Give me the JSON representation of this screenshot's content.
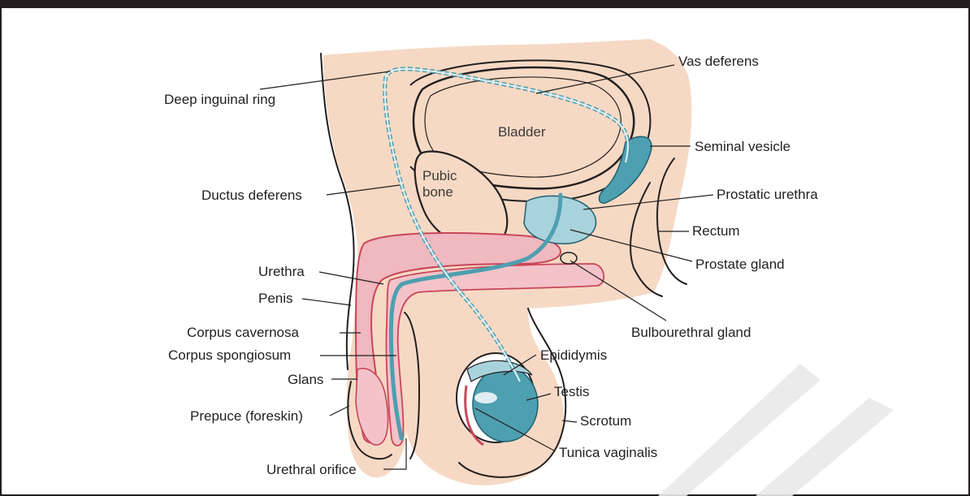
{
  "labels": {
    "vas_deferens": "Vas deferens",
    "deep_inguinal_ring": "Deep inguinal ring",
    "bladder": "Bladder",
    "seminal_vesicle": "Seminal vesicle",
    "pubic_bone_line1": "Pubic",
    "pubic_bone_line2": "bone",
    "ductus_deferens": "Ductus deferens",
    "prostatic_urethra": "Prostatic urethra",
    "rectum": "Rectum",
    "prostate_gland": "Prostate gland",
    "urethra": "Urethra",
    "penis": "Penis",
    "bulbourethral_gland": "Bulbourethral gland",
    "corpus_cavernosa": "Corpus cavernosa",
    "corpus_spongiosum": "Corpus spongiosum",
    "epididymis": "Epididymis",
    "glans": "Glans",
    "testis": "Testis",
    "prepuce": "Prepuce (foreskin)",
    "scrotum": "Scrotum",
    "tunica_vaginalis": "Tunica vaginalis",
    "urethral_orifice": "Urethral orifice"
  },
  "colors": {
    "skin": "#f6d9c4",
    "erectile_tissue": "#f0b8bf",
    "erectile_outline": "#c8465a",
    "duct_blue": "#4e9fb0",
    "duct_light": "#a9d3dc",
    "outline": "#231f20",
    "watermark": "#e6e6e6"
  }
}
